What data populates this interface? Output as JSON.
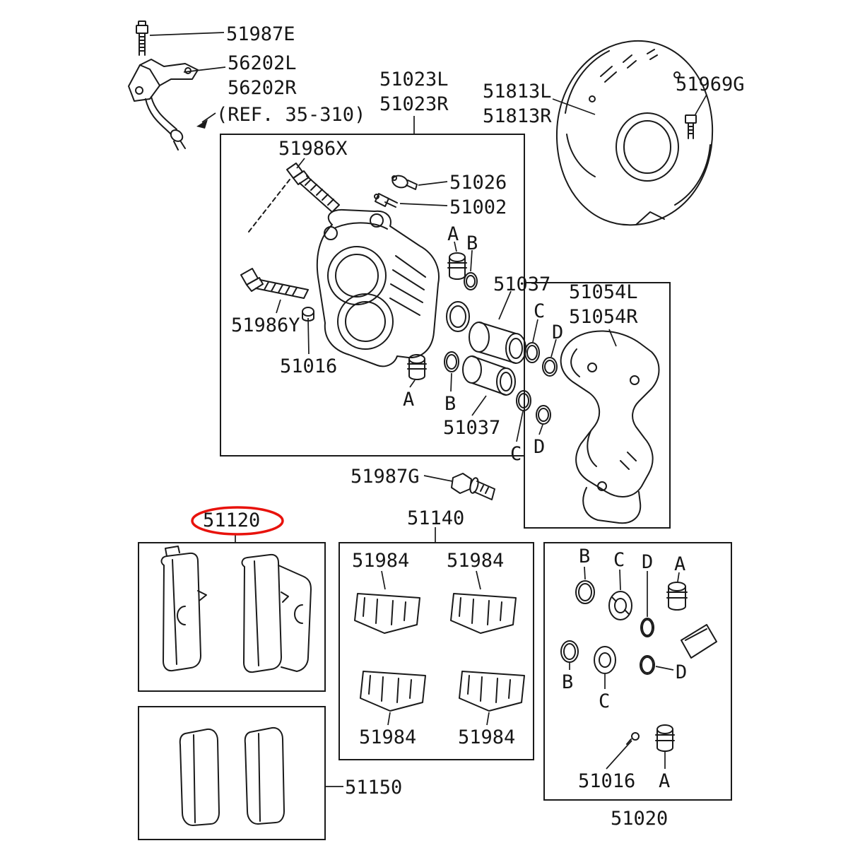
{
  "page": {
    "type": "parts-catalog-exploded-diagram",
    "subject": "front disc brake assembly",
    "background": "#ffffff",
    "line_color": "#1a1a1a"
  },
  "highlight": {
    "part_number": "51120",
    "color": "#e8120c"
  },
  "labels": [
    {
      "id": "51987E",
      "text": "51987E"
    },
    {
      "id": "56202L",
      "text": "56202L"
    },
    {
      "id": "56202R",
      "text": "56202R"
    },
    {
      "id": "ref",
      "text": "(REF. 35-310)"
    },
    {
      "id": "51023L",
      "text": "51023L"
    },
    {
      "id": "51023R",
      "text": "51023R"
    },
    {
      "id": "51813L",
      "text": "51813L"
    },
    {
      "id": "51813R",
      "text": "51813R"
    },
    {
      "id": "51969G",
      "text": "51969G"
    },
    {
      "id": "51986X",
      "text": "51986X"
    },
    {
      "id": "51026",
      "text": "51026"
    },
    {
      "id": "51002",
      "text": "51002"
    },
    {
      "id": "A-upper",
      "text": "A"
    },
    {
      "id": "B-upper",
      "text": "B"
    },
    {
      "id": "51037-upper",
      "text": "51037"
    },
    {
      "id": "51054L",
      "text": "51054L"
    },
    {
      "id": "51054R",
      "text": "51054R"
    },
    {
      "id": "C-upper",
      "text": "C"
    },
    {
      "id": "D-upper",
      "text": "D"
    },
    {
      "id": "51986Y",
      "text": "51986Y"
    },
    {
      "id": "51016-upper",
      "text": "51016"
    },
    {
      "id": "A-lower",
      "text": "A"
    },
    {
      "id": "B-lower",
      "text": "B"
    },
    {
      "id": "51037-lower",
      "text": "51037"
    },
    {
      "id": "C-lower",
      "text": "C"
    },
    {
      "id": "D-lower",
      "text": "D"
    },
    {
      "id": "51987G",
      "text": "51987G"
    },
    {
      "id": "51120",
      "text": "51120"
    },
    {
      "id": "51140",
      "text": "51140"
    },
    {
      "id": "51984-tl",
      "text": "51984"
    },
    {
      "id": "51984-tr",
      "text": "51984"
    },
    {
      "id": "51984-bl",
      "text": "51984"
    },
    {
      "id": "51984-br",
      "text": "51984"
    },
    {
      "id": "B-kit-1",
      "text": "B"
    },
    {
      "id": "C-kit-1",
      "text": "C"
    },
    {
      "id": "D-kit-1",
      "text": "D"
    },
    {
      "id": "A-kit-1",
      "text": "A"
    },
    {
      "id": "B-kit-2",
      "text": "B"
    },
    {
      "id": "C-kit-2",
      "text": "C"
    },
    {
      "id": "D-kit-2",
      "text": "D"
    },
    {
      "id": "51016-kit",
      "text": "51016"
    },
    {
      "id": "A-kit-2",
      "text": "A"
    },
    {
      "id": "51020",
      "text": "51020"
    },
    {
      "id": "51150",
      "text": "51150"
    }
  ]
}
